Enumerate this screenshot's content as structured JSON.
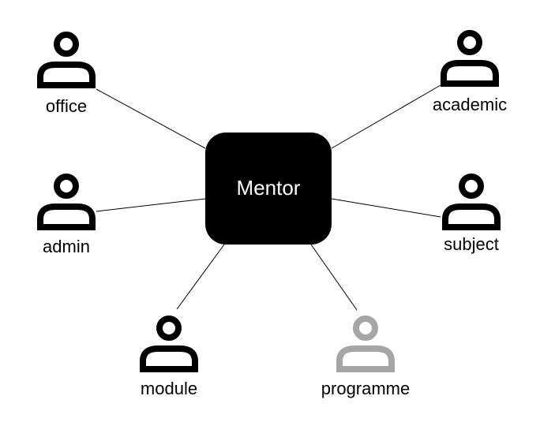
{
  "center": {
    "label": "Mentor",
    "fill": "#000000",
    "text_color": "#ffffff"
  },
  "nodes": [
    {
      "id": "office",
      "label": "office",
      "color": "#000000",
      "icon": "person-icon"
    },
    {
      "id": "academic",
      "label": "academic",
      "color": "#000000",
      "icon": "person-icon"
    },
    {
      "id": "admin",
      "label": "admin",
      "color": "#000000",
      "icon": "person-icon"
    },
    {
      "id": "subject",
      "label": "subject",
      "color": "#000000",
      "icon": "person-icon"
    },
    {
      "id": "module",
      "label": "module",
      "color": "#000000",
      "icon": "person-icon"
    },
    {
      "id": "programme",
      "label": "programme",
      "color": "#a6a6a6",
      "icon": "person-icon"
    }
  ]
}
